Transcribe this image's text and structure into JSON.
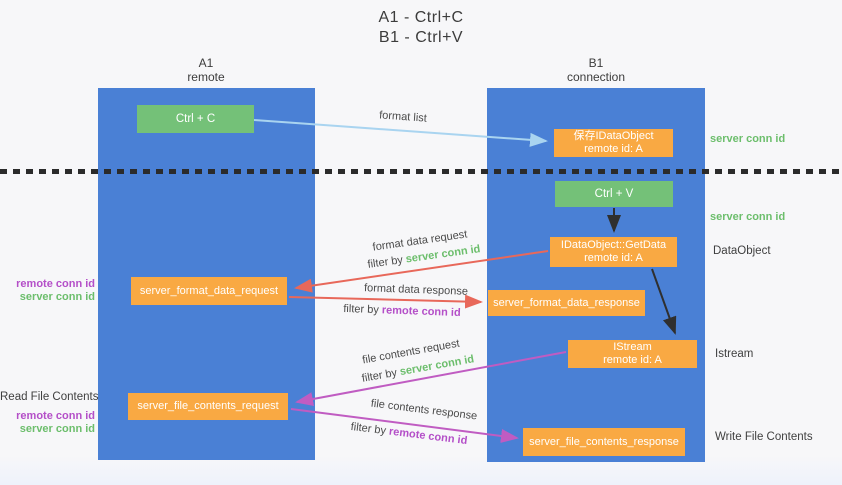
{
  "title": {
    "line1": "A1 - Ctrl+C",
    "line2": "B1 - Ctrl+V"
  },
  "lanes": {
    "a1": {
      "label": "A1",
      "sublabel": "remote"
    },
    "b1": {
      "label": "B1",
      "sublabel": "connection"
    }
  },
  "boxes": {
    "ctrl_c": {
      "label": "Ctrl + C"
    },
    "save_dataobject": {
      "line1": "保存IDataObject",
      "line2": "remote id: A"
    },
    "ctrl_v": {
      "label": "Ctrl + V"
    },
    "getdata": {
      "line1": "IDataObject::GetData",
      "line2": "remote id: A"
    },
    "format_request": {
      "label": "server_format_data_request"
    },
    "format_response": {
      "label": "server_format_data_response"
    },
    "istream": {
      "line1": "IStream",
      "line2": "remote id: A"
    },
    "file_request": {
      "label": "server_file_contents_request"
    },
    "file_response": {
      "label": "server_file_contents_response"
    }
  },
  "arrow_labels": {
    "format_list": "format list",
    "format_request": {
      "line1": "format data request",
      "filter_prefix": "filter by ",
      "filter_value": "server conn id"
    },
    "format_response": {
      "line1": "format data response",
      "filter_prefix": "filter by ",
      "filter_value": "remote conn id"
    },
    "file_request": {
      "line1": "file contents request",
      "filter_prefix": "filter by ",
      "filter_value": "server conn id"
    },
    "file_response": {
      "line1": "file contents response",
      "filter_prefix": "filter by ",
      "filter_value": "remote conn id"
    }
  },
  "side_labels": {
    "left": {
      "format_remote_id": "remote conn id",
      "format_server_id": "server conn id",
      "read_file": "Read File Contents",
      "file_remote_id": "remote conn id",
      "file_server_id": "server conn id"
    },
    "right": {
      "server_conn_top": "server conn id",
      "server_conn_mid": "server conn id",
      "dataobject": "DataObject",
      "istream": "Istream",
      "write_file": "Write File Contents"
    }
  },
  "colors": {
    "lane_blue": "#4a80d5",
    "box_green": "#74c178",
    "box_orange": "#f9a943",
    "arrow_light_blue": "#a9d4f0",
    "arrow_red": "#e8685a",
    "arrow_purple": "#c05cc2",
    "arrow_black": "#2f2f2f",
    "text_green": "#6cbe6c",
    "text_purple": "#b44fc8",
    "text_dark": "#3f3f3f"
  }
}
